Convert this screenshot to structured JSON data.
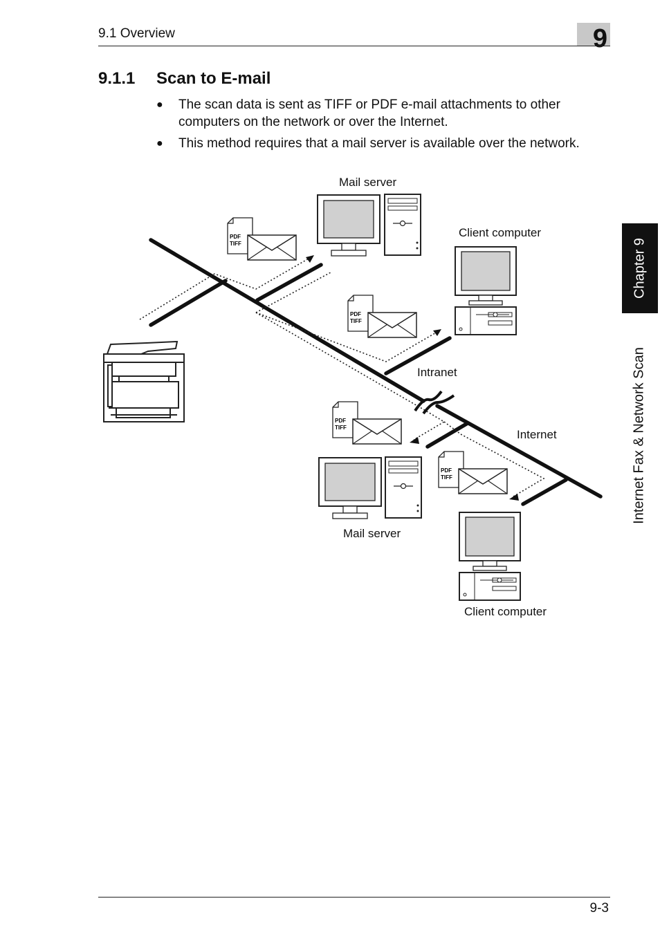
{
  "header": {
    "section": "9.1 Overview",
    "chapter_number": "9"
  },
  "section": {
    "number": "9.1.1",
    "title": "Scan to E-mail"
  },
  "bullets": [
    "The scan data is sent as TIFF or PDF e-mail attachments to other computers on the network or over the Internet.",
    "This method requires that a mail server is available over the network."
  ],
  "side_tab": {
    "chapter": "Chapter 9",
    "title": "Internet Fax & Network Scan"
  },
  "diagram": {
    "mail_server_top": "Mail server",
    "client_computer_top": "Client computer",
    "intranet": "Intranet",
    "internet": "Internet",
    "mail_server_bottom": "Mail server",
    "client_computer_bottom": "Client computer",
    "doc_pdf": "PDF",
    "doc_tiff": "TIFF"
  },
  "footer": {
    "page": "9-3"
  }
}
